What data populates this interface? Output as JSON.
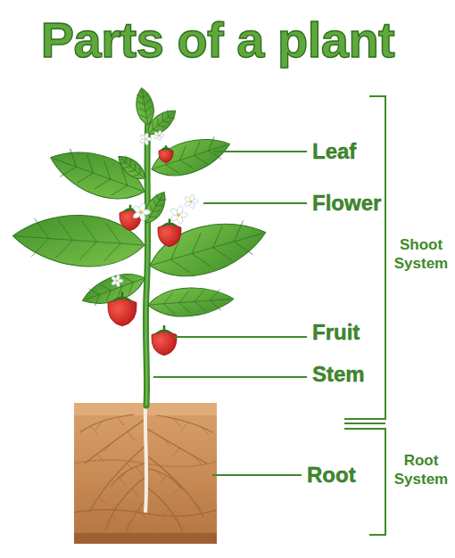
{
  "diagram": {
    "title": "Parts of a plant",
    "labels": [
      "Leaf",
      "Flower",
      "Shoot System",
      "Fruit",
      "Stem",
      "Root",
      "Root System"
    ]
  }
}
